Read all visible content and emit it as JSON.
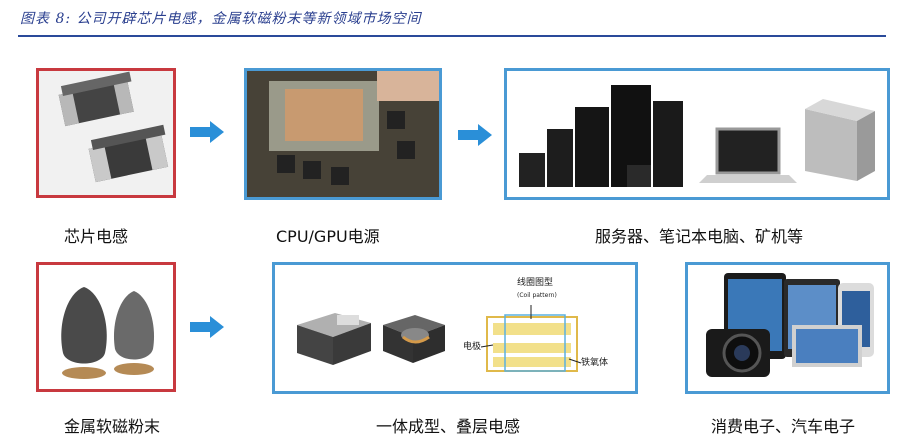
{
  "header": {
    "title": "图表 8:  公司开辟芯片电感，金属软磁粉末等新领域市场空间"
  },
  "captions": {
    "chip": "芯片电感",
    "cpu": "CPU/GPU电源",
    "server": "服务器、笔记本电脑、矿机等",
    "powder": "金属软磁粉末",
    "molded": "一体成型、叠层电感",
    "consumer": "消费电子、汽车电子"
  },
  "diagram_labels": {
    "coil": "线圈图型",
    "coil_sub": "(Coil pattern)",
    "electrode": "电极",
    "ferrite": "铁氧体"
  },
  "colors": {
    "accent_red": "#c8393f",
    "accent_blue": "#4a9ad4",
    "arrow": "#2a8fd8",
    "title": "#2a3f8f"
  }
}
